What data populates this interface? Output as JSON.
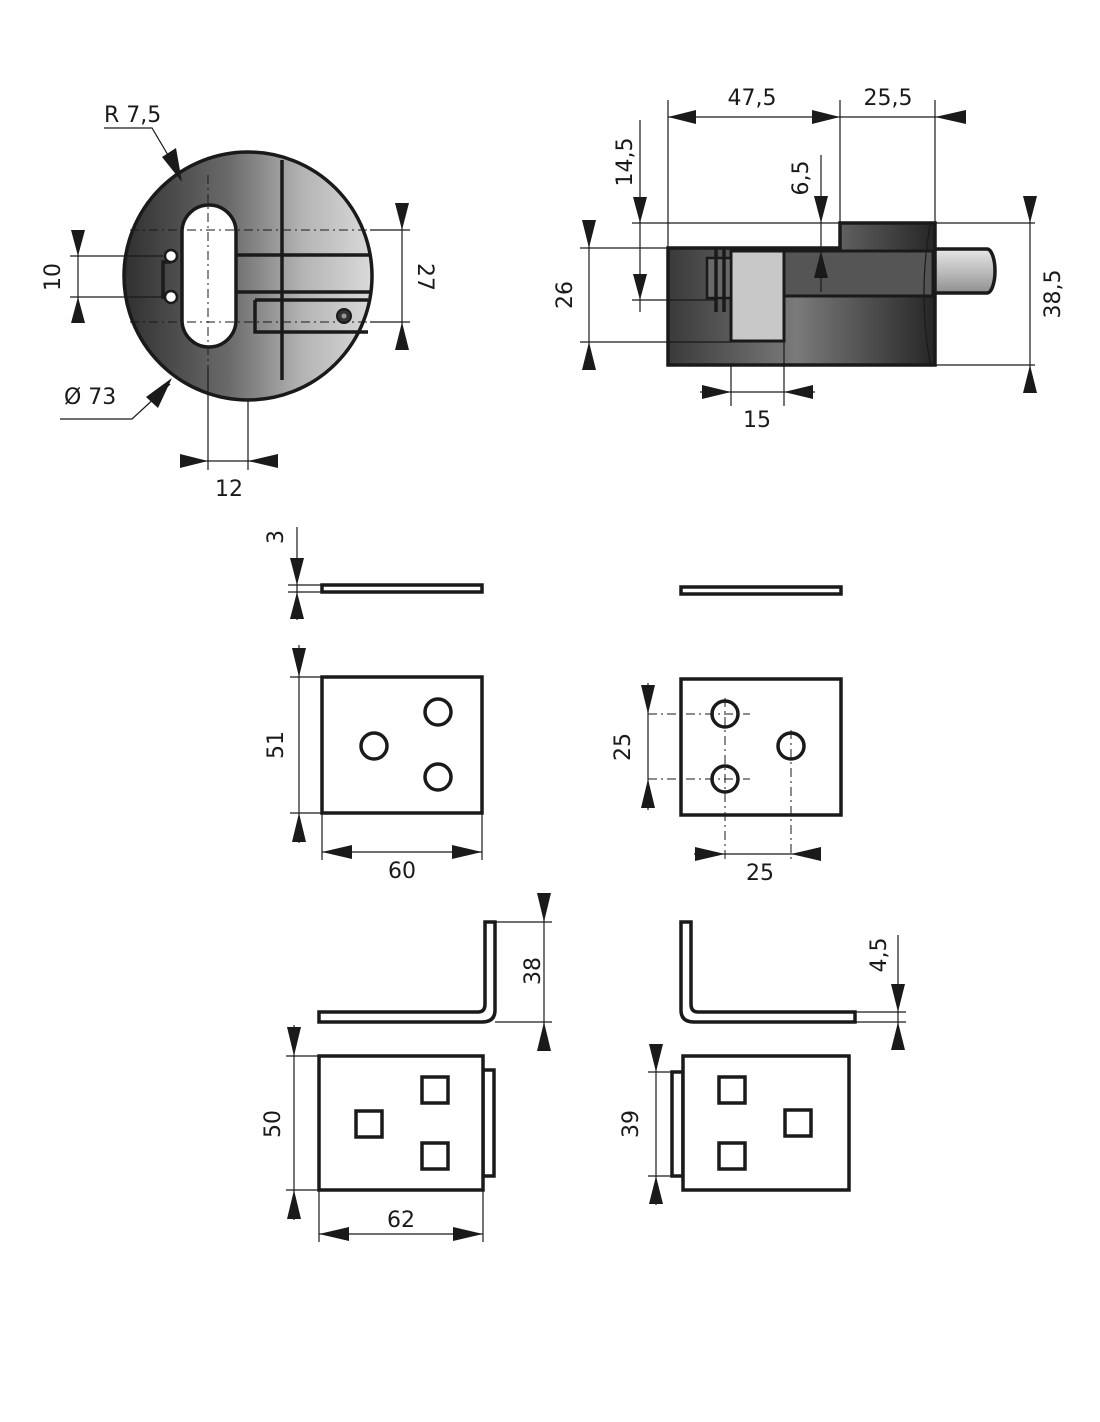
{
  "colors": {
    "ink": "#1a1a1a",
    "metal_dark": "#2b2b2b",
    "metal_light": "#cfcfcf",
    "paper": "#ffffff"
  },
  "dimensions": {
    "r_slot": "R 7,5",
    "dia_body": "Ø 73",
    "pin_spacing": "10",
    "slot_height": "27",
    "slot_width": "12",
    "body_length": "47,5",
    "shackle_projection": "25,5",
    "top_step": "14,5",
    "step_depth": "6,5",
    "inner_height": "26",
    "overall_height": "38,5",
    "pin_width": "15",
    "plate_thickness": "3",
    "plate_height": "51",
    "plate_width": "60",
    "hole_spacing_v": "25",
    "hole_spacing_h": "25",
    "bracket_height": "38",
    "bracket_offset": "4,5",
    "bracket_plate_height": "50",
    "bracket_plate_width": "62",
    "bracket_plate_height_2": "39"
  }
}
